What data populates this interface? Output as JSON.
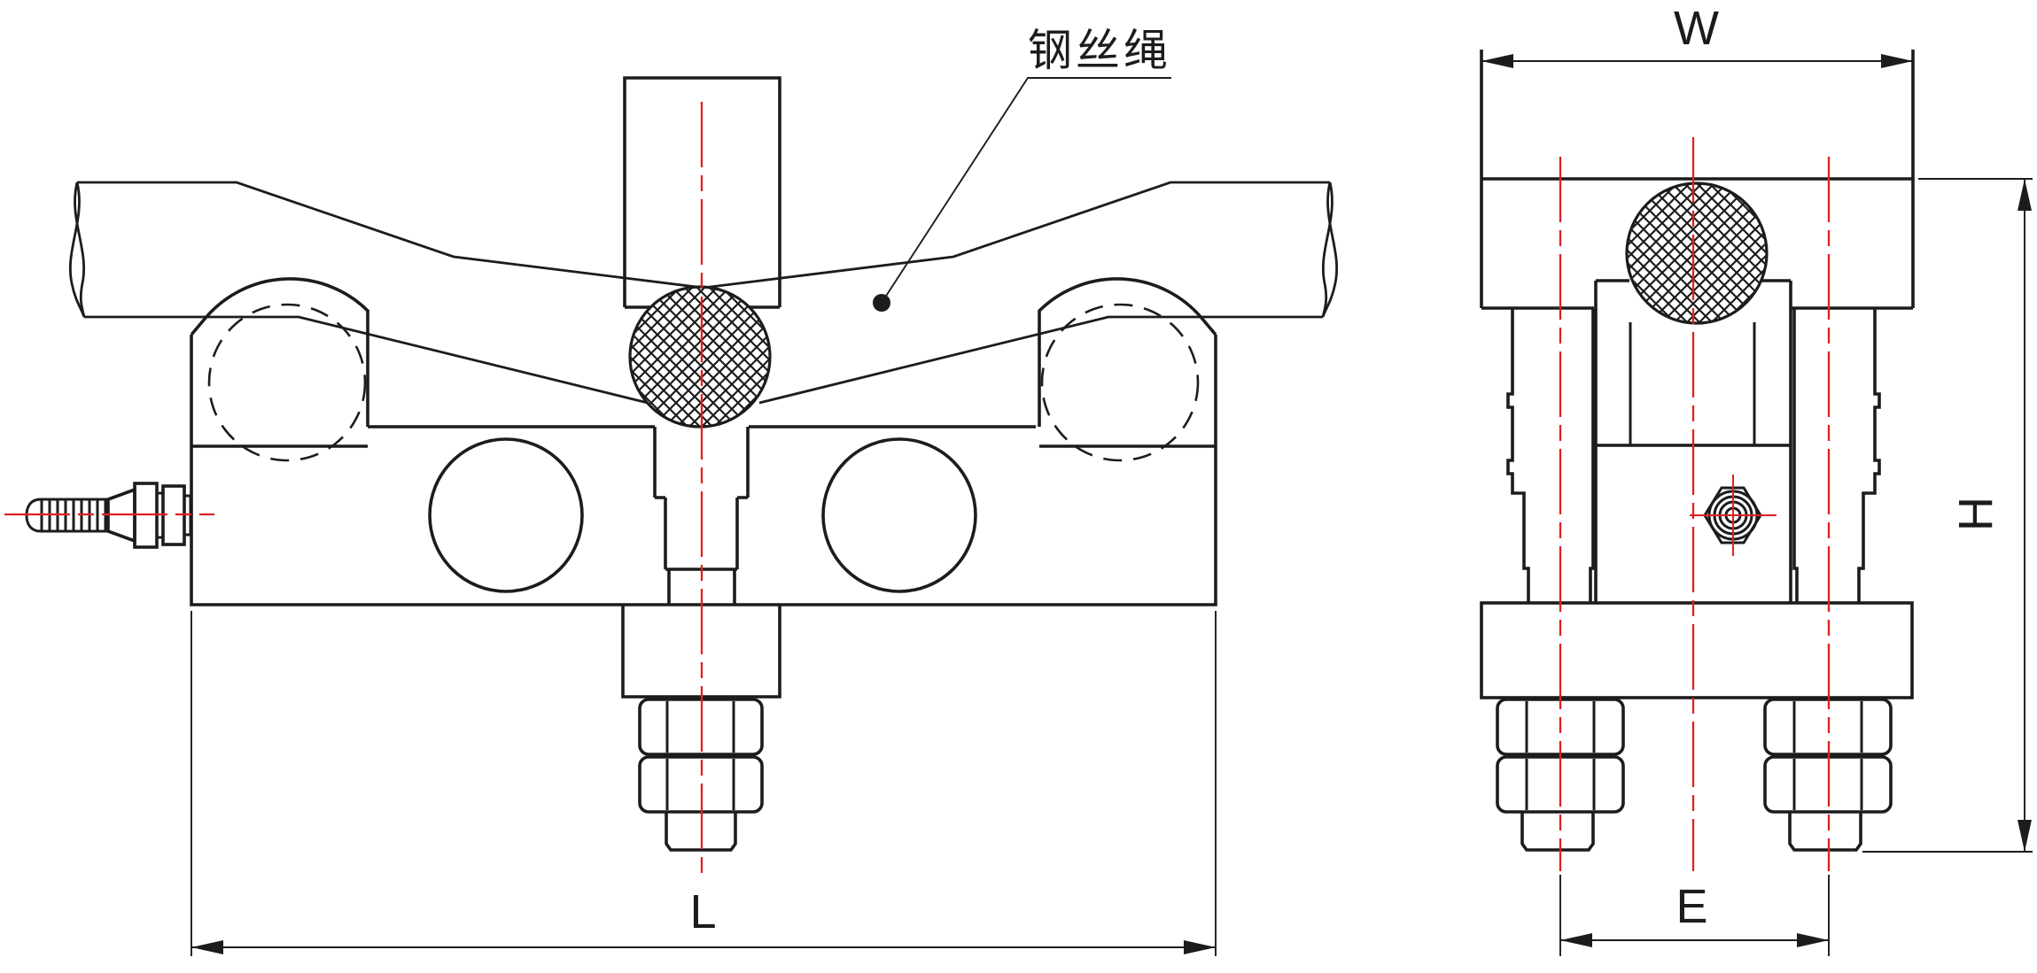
{
  "drawing": {
    "callout": {
      "label": "钢丝绳"
    },
    "dimensions": {
      "length": "L",
      "width": "W",
      "height": "H",
      "spacing": "E"
    },
    "colors": {
      "outline": "#1c1c1c",
      "centerline": "#e02020",
      "background": "#ffffff"
    }
  }
}
